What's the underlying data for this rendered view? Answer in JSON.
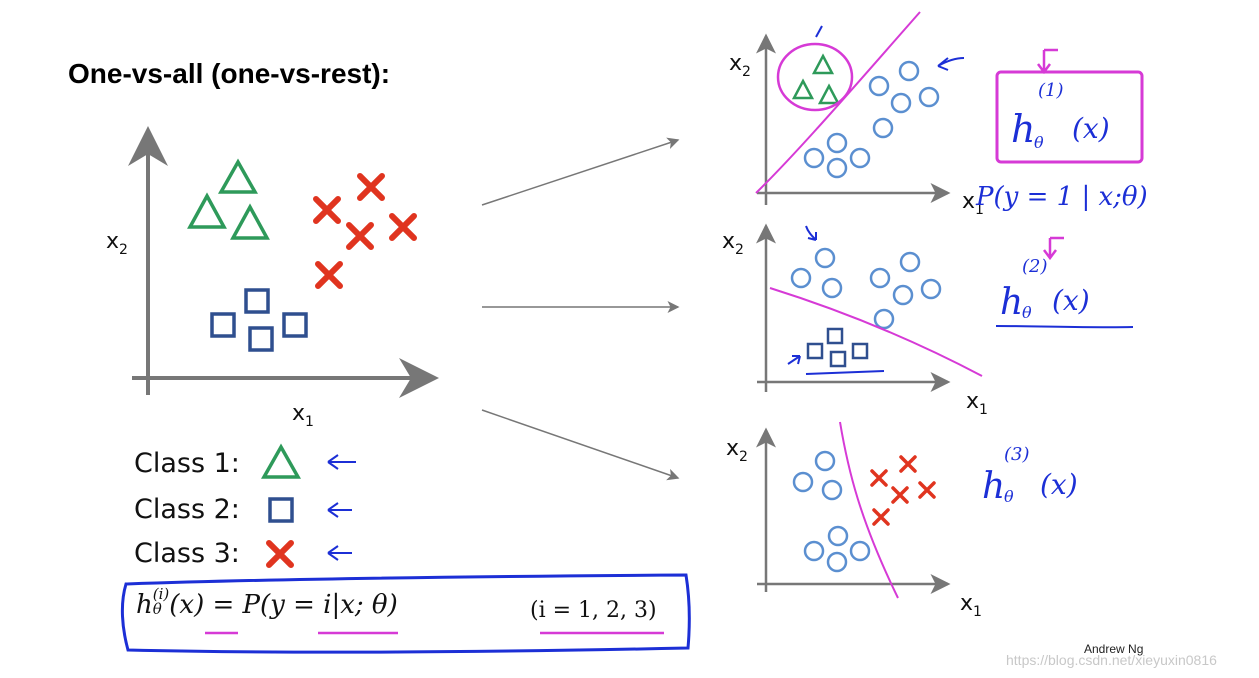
{
  "title": "One-vs-all (one-vs-rest):",
  "main_plot": {
    "x_label": "x",
    "x_sub": "1",
    "y_label": "x",
    "y_sub": "2"
  },
  "legend": [
    {
      "label": "Class 1:",
      "marker": "triangle",
      "color": "#2e9a5a"
    },
    {
      "label": "Class 2:",
      "marker": "square",
      "color": "#2f4f8f"
    },
    {
      "label": "Class 3:",
      "marker": "cross",
      "color": "#e0341f"
    }
  ],
  "subplots": [
    {
      "y_label": "x",
      "y_sub": "2",
      "x_label": "x",
      "x_sub": "1",
      "hypothesis": "h",
      "hyp_index": "(1)",
      "hyp_arg": "(x)",
      "note": "P(y = 1 | x;θ)"
    },
    {
      "y_label": "x",
      "y_sub": "2",
      "x_label": "x",
      "x_sub": "1",
      "hypothesis": "h",
      "hyp_index": "(2)",
      "hyp_arg": "(x)"
    },
    {
      "y_label": "x",
      "y_sub": "2",
      "x_label": "x",
      "x_sub": "1",
      "hypothesis": "h",
      "hyp_index": "(3)",
      "hyp_arg": "(x)"
    }
  ],
  "formula": {
    "lhs": "h",
    "sup": "(i)",
    "sub": "θ",
    "rhs": "(x) = P(y = i|x; θ)",
    "range": "(i = 1, 2, 3)"
  },
  "author": "Andrew Ng",
  "watermark": "https://blog.csdn.net/xieyuxin0816",
  "colors": {
    "class1": "#2e9a5a",
    "class2": "#2f4f8f",
    "class3": "#e0341f",
    "circle": "#5b8fd0",
    "boundary": "#d63ad6",
    "ink": "#1c2fd6"
  }
}
